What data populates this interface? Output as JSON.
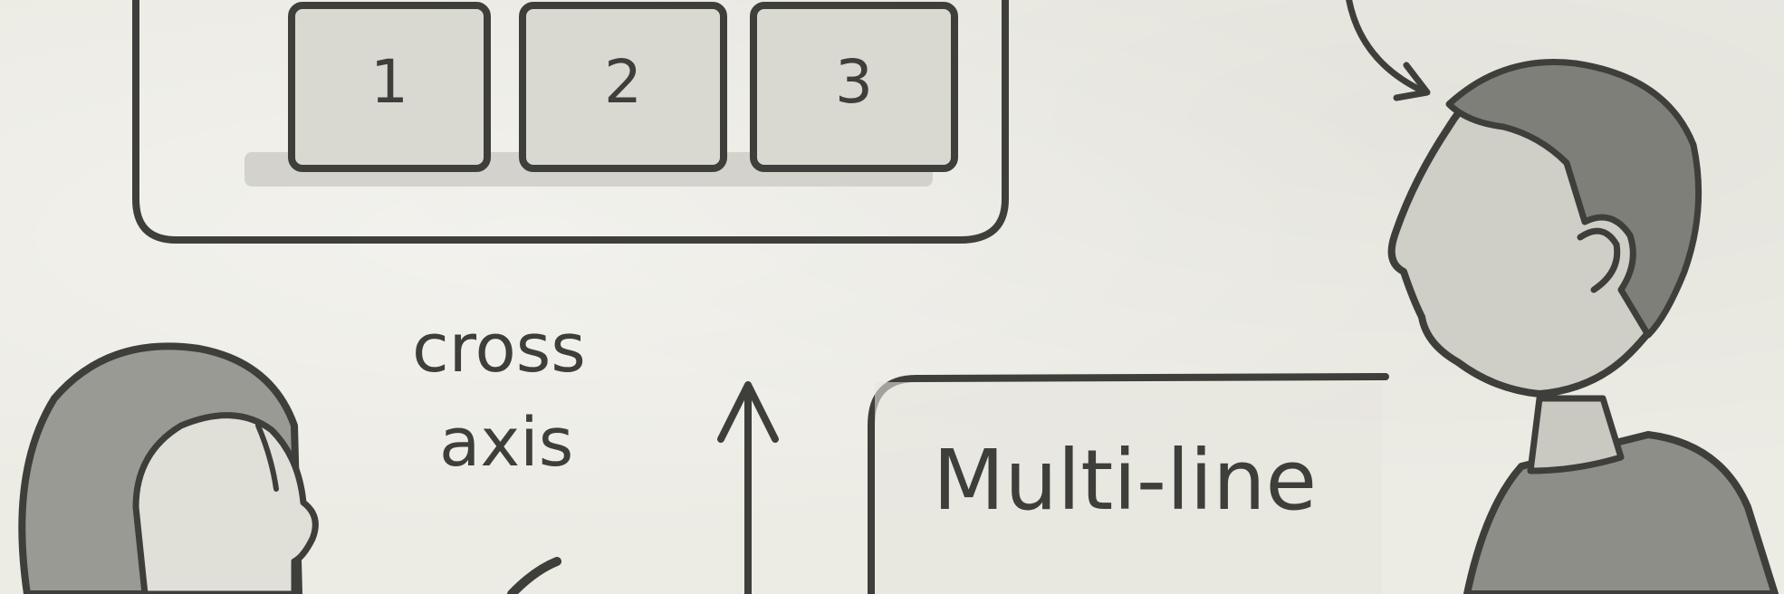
{
  "row_items": [
    "1",
    "2",
    "3"
  ],
  "cross_axis_label": {
    "line1": "cross",
    "line2": "axis"
  },
  "panel_title": "Multi-line",
  "colors": {
    "paper": "#ecebe4",
    "ink": "#3e3e3b",
    "wash_light": "#d9d8d1",
    "wash_dark": "#8a8a85"
  }
}
